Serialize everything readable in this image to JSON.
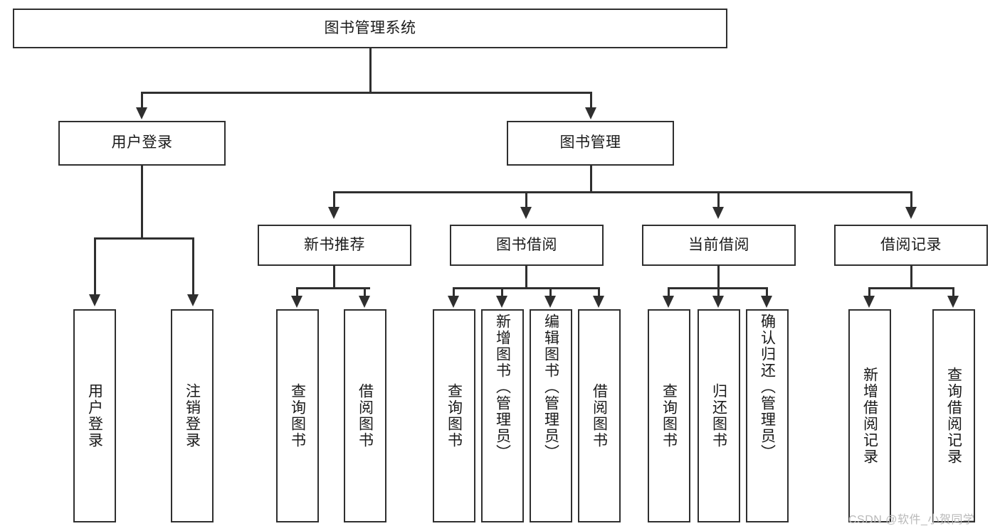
{
  "diagram": {
    "type": "tree-hierarchy",
    "title": "图书管理系统",
    "root": {
      "id": "root",
      "label": "图书管理系统",
      "orientation": "horizontal"
    },
    "level2": [
      {
        "id": "user-login",
        "label": "用户登录",
        "orientation": "horizontal"
      },
      {
        "id": "book-management",
        "label": "图书管理",
        "orientation": "horizontal"
      }
    ],
    "level3": [
      {
        "id": "new-book-recommend",
        "label": "新书推荐",
        "orientation": "horizontal",
        "parent": "book-management"
      },
      {
        "id": "book-borrow",
        "label": "图书借阅",
        "orientation": "horizontal",
        "parent": "book-management"
      },
      {
        "id": "current-borrow",
        "label": "当前借阅",
        "orientation": "horizontal",
        "parent": "book-management"
      },
      {
        "id": "borrow-record",
        "label": "借阅记录",
        "orientation": "horizontal",
        "parent": "book-management"
      }
    ],
    "leaves": [
      {
        "id": "leaf-user-login",
        "label": "用户登录",
        "parent": "user-login"
      },
      {
        "id": "leaf-logout-login",
        "label": "注销登录",
        "parent": "user-login"
      },
      {
        "id": "leaf-query-book-1",
        "label": "查询图书",
        "parent": "new-book-recommend"
      },
      {
        "id": "leaf-borrow-book-1",
        "label": "借阅图书",
        "parent": "new-book-recommend"
      },
      {
        "id": "leaf-query-book-2",
        "label": "查询图书",
        "parent": "book-borrow"
      },
      {
        "id": "leaf-add-book-admin",
        "label": "新增图书（管理员）",
        "parent": "book-borrow"
      },
      {
        "id": "leaf-edit-book-admin",
        "label": "编辑图书（管理员）",
        "parent": "book-borrow"
      },
      {
        "id": "leaf-borrow-book-2",
        "label": "借阅图书",
        "parent": "book-borrow"
      },
      {
        "id": "leaf-query-book-3",
        "label": "查询图书",
        "parent": "current-borrow"
      },
      {
        "id": "leaf-return-book",
        "label": "归还图书",
        "parent": "current-borrow"
      },
      {
        "id": "leaf-confirm-return",
        "label": "确认归还（管理员）",
        "parent": "current-borrow"
      },
      {
        "id": "leaf-add-borrow-record",
        "label": "新增借阅记录",
        "parent": "borrow-record"
      },
      {
        "id": "leaf-query-borrow-record",
        "label": "查询借阅记录",
        "parent": "borrow-record"
      }
    ],
    "colors": {
      "stroke": "#2f2f2f",
      "fill": "#ffffff",
      "text": "#1a1a1a",
      "watermark": "#b9b9b9"
    }
  },
  "watermark": {
    "text": "CSDN @软件_小贺同学"
  }
}
